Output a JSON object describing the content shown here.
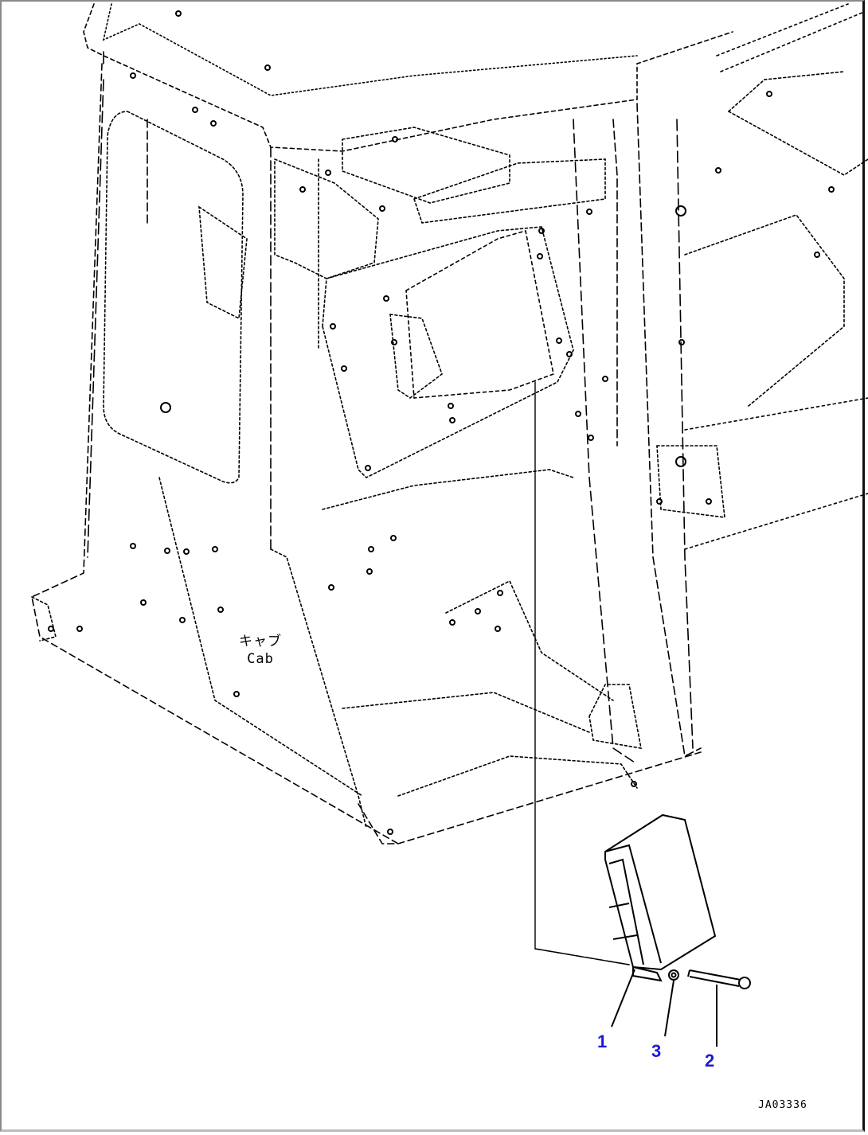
{
  "diagram": {
    "type": "exploded parts diagram",
    "subject": "Cab-mounted controller installation",
    "cab_label": {
      "japanese": "キャブ",
      "english": "Cab"
    },
    "callouts": [
      {
        "id": "1",
        "label": "1",
        "part": "controller unit"
      },
      {
        "id": "3",
        "label": "3",
        "part": "washer"
      },
      {
        "id": "2",
        "label": "2",
        "part": "bolt"
      }
    ],
    "drawing_code": "JA03336",
    "colors": {
      "line": "#000000",
      "callout": "#1a1ad8",
      "background": "#ffffff",
      "frame": "#8a8a8a"
    }
  }
}
